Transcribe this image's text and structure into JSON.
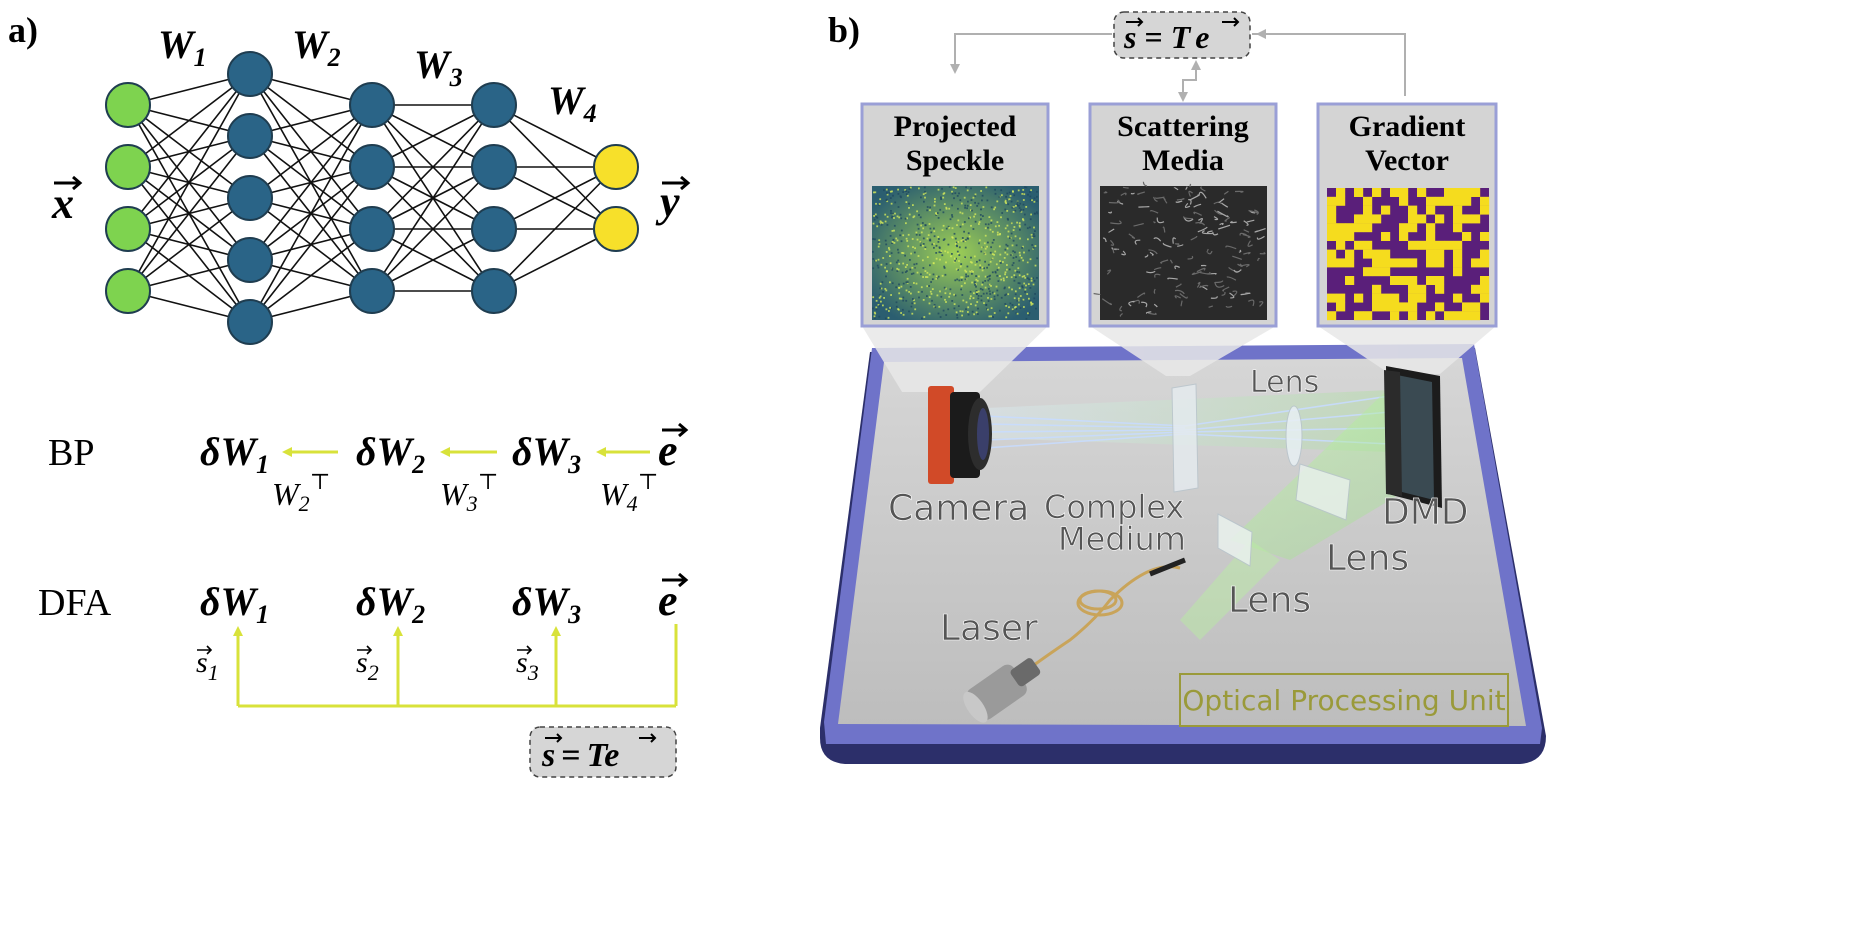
{
  "panel_a": {
    "label": "a)",
    "input_label": "x",
    "output_label": "y",
    "weights": [
      {
        "main": "W",
        "sub": "1"
      },
      {
        "main": "W",
        "sub": "2"
      },
      {
        "main": "W",
        "sub": "3"
      },
      {
        "main": "W",
        "sub": "4"
      }
    ],
    "layer_sizes": [
      4,
      5,
      4,
      4,
      2
    ],
    "colors": {
      "input": "#7ed34f",
      "hidden": "#2a6487",
      "output": "#f7e02a",
      "edge": "#111111",
      "arrow": "#d8e23a"
    }
  },
  "bp": {
    "label": "BP",
    "terms": [
      "δW",
      "δW",
      "δW"
    ],
    "term_subs": [
      "1",
      "2",
      "3"
    ],
    "error_symbol": "e",
    "transposes": [
      {
        "main": "W",
        "sub": "2",
        "sup": "⊤"
      },
      {
        "main": "W",
        "sub": "3",
        "sup": "⊤"
      },
      {
        "main": "W",
        "sub": "4",
        "sup": "⊤"
      }
    ]
  },
  "dfa": {
    "label": "DFA",
    "terms": [
      "δW",
      "δW",
      "δW"
    ],
    "term_subs": [
      "1",
      "2",
      "3"
    ],
    "error_symbol": "e",
    "signals": [
      {
        "main": "s",
        "sub": "1"
      },
      {
        "main": "s",
        "sub": "2"
      },
      {
        "main": "s",
        "sub": "3"
      }
    ],
    "equation": {
      "lhs": "s",
      "op": "=",
      "rhs_1": "T",
      "rhs_2": "e"
    }
  },
  "panel_b": {
    "label": "b)",
    "equation": {
      "lhs": "s",
      "op": "=",
      "rhs_1": "T",
      "rhs_2": "e"
    },
    "insets": [
      {
        "line1": "Projected",
        "line2": "Speckle"
      },
      {
        "line1": "Scattering",
        "line2": "Media"
      },
      {
        "line1": "Gradient",
        "line2": "Vector"
      }
    ],
    "components": {
      "camera": "Camera",
      "complex_medium_1": "Complex",
      "complex_medium_2": "Medium",
      "lens_top": "Lens",
      "dmd": "DMD",
      "lens_right": "Lens",
      "lens_bottom": "Lens",
      "laser": "Laser"
    },
    "unit_label": "Optical Processing Unit",
    "colors": {
      "table_top": "#c9c9c9",
      "table_rim": "#6f73c9",
      "table_edge": "#2c2f6a",
      "inset_border": "#9a9fd6",
      "inset_bg": "#d4d4d4",
      "speckle_bg": "#2f6f74",
      "speckle_fg": "#b7d94e",
      "gradient_a": "#5a1f7a",
      "gradient_b": "#f5dc1e",
      "beam": "#a8f090",
      "unit_label": "#9a9a3a"
    }
  }
}
